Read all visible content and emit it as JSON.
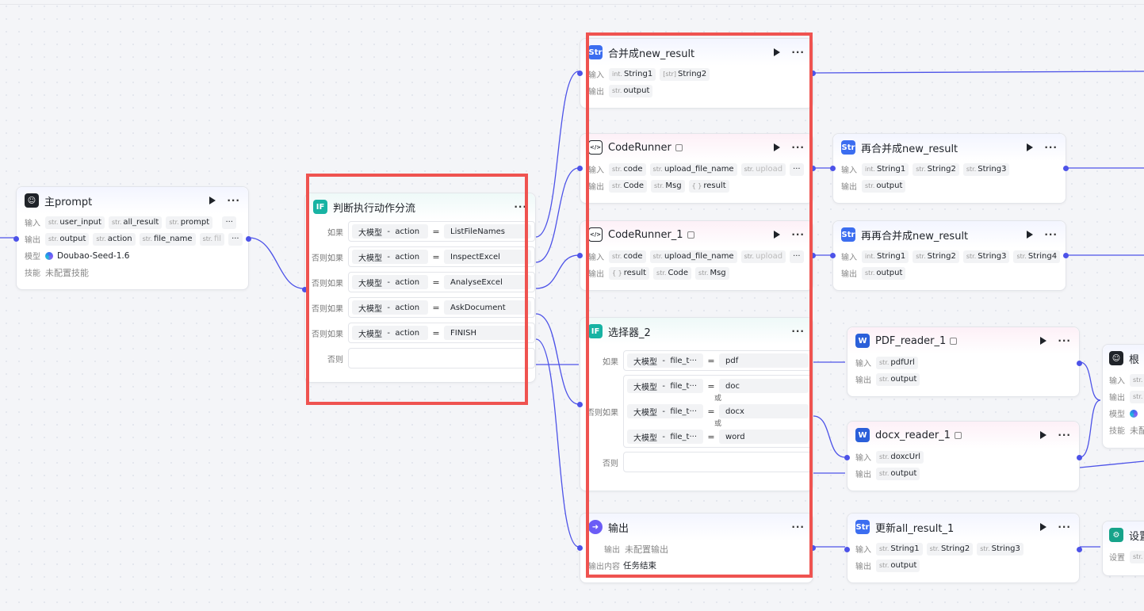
{
  "labels": {
    "input": "输入",
    "output": "输出",
    "model": "模型",
    "skill": "技能",
    "if": "如果",
    "elseif": "否则如果",
    "else": "否则",
    "set": "设置",
    "or": "或",
    "output_content": "输出内容"
  },
  "main": {
    "title": "主prompt",
    "inputs": [
      [
        "str.",
        "user_input"
      ],
      [
        "str.",
        "all_result"
      ],
      [
        "str.",
        "prompt"
      ]
    ],
    "outputs": [
      [
        "str.",
        "output"
      ],
      [
        "str.",
        "action"
      ],
      [
        "str.",
        "file_name"
      ],
      [
        "str.",
        "fil"
      ]
    ],
    "model": "Doubao-Seed-1.6",
    "skill": "未配置技能"
  },
  "judge": {
    "title": "判断执行动作分流",
    "conds": [
      {
        "label": "如果",
        "src": "大模型",
        "var": "action",
        "op": "=",
        "val": "ListFileNames"
      },
      {
        "label": "否则如果",
        "src": "大模型",
        "var": "action",
        "op": "=",
        "val": "InspectExcel"
      },
      {
        "label": "否则如果",
        "src": "大模型",
        "var": "action",
        "op": "=",
        "val": "AnalyseExcel"
      },
      {
        "label": "否则如果",
        "src": "大模型",
        "var": "action",
        "op": "=",
        "val": "AskDocument"
      },
      {
        "label": "否则如果",
        "src": "大模型",
        "var": "action",
        "op": "=",
        "val": "FINISH"
      }
    ]
  },
  "merge": {
    "title": "合并成new_result",
    "inputs": [
      [
        "int.",
        "String1"
      ],
      [
        "[str]",
        "String2"
      ]
    ],
    "outputs": [
      [
        "str.",
        "output"
      ]
    ]
  },
  "code1": {
    "title": "CodeRunner",
    "inputs": [
      [
        "str.",
        "code"
      ],
      [
        "str.",
        "upload_file_name"
      ],
      [
        "str.",
        "upload"
      ]
    ],
    "outputs": [
      [
        "str.",
        "Code"
      ],
      [
        "str.",
        "Msg"
      ],
      [
        "{ }",
        "result"
      ]
    ]
  },
  "code2": {
    "title": "CodeRunner_1",
    "inputs": [
      [
        "str.",
        "code"
      ],
      [
        "str.",
        "upload_file_name"
      ],
      [
        "str.",
        "upload"
      ]
    ],
    "outputs": [
      [
        "{ }",
        "result"
      ],
      [
        "str.",
        "Code"
      ],
      [
        "str.",
        "Msg"
      ]
    ]
  },
  "selector": {
    "title": "选择器_2",
    "src": "大模型",
    "var": "file_t···",
    "op": "=",
    "if_val": "pdf",
    "elseif_vals": [
      "doc",
      "docx",
      "word"
    ]
  },
  "out": {
    "title": "输出",
    "output_text": "未配置输出",
    "content": "任务结束"
  },
  "merge2": {
    "title": "再合并成new_result",
    "inputs": [
      [
        "int.",
        "String1"
      ],
      [
        "str.",
        "String2"
      ],
      [
        "str.",
        "String3"
      ]
    ],
    "outputs": [
      [
        "str.",
        "output"
      ]
    ]
  },
  "merge3": {
    "title": "再再合并成new_result",
    "inputs": [
      [
        "int.",
        "String1"
      ],
      [
        "str.",
        "String2"
      ],
      [
        "str.",
        "String3"
      ],
      [
        "str.",
        "String4"
      ]
    ],
    "outputs": [
      [
        "str.",
        "output"
      ]
    ]
  },
  "pdf": {
    "title": "PDF_reader_1",
    "inputs": [
      [
        "str.",
        "pdfUrl"
      ]
    ],
    "outputs": [
      [
        "str.",
        "output"
      ]
    ]
  },
  "docx": {
    "title": "docx_reader_1",
    "inputs": [
      [
        "str.",
        "doxcUrl"
      ]
    ],
    "outputs": [
      [
        "str.",
        "output"
      ]
    ]
  },
  "update": {
    "title": "更新all_result_1",
    "inputs": [
      [
        "str.",
        "String1"
      ],
      [
        "str.",
        "String2"
      ],
      [
        "str.",
        "String3"
      ]
    ],
    "outputs": [
      [
        "str.",
        "output"
      ]
    ]
  },
  "right_llm": {
    "title": "根",
    "inputs": [
      [
        "str.",
        ""
      ]
    ],
    "outputs": [
      [
        "str.",
        ""
      ]
    ],
    "skill": "未配"
  },
  "right_set": {
    "title": "设置",
    "items": [
      [
        "str.",
        ""
      ]
    ]
  },
  "colors": {
    "accent": "#4d53e8",
    "highlight": "#ef5350"
  }
}
